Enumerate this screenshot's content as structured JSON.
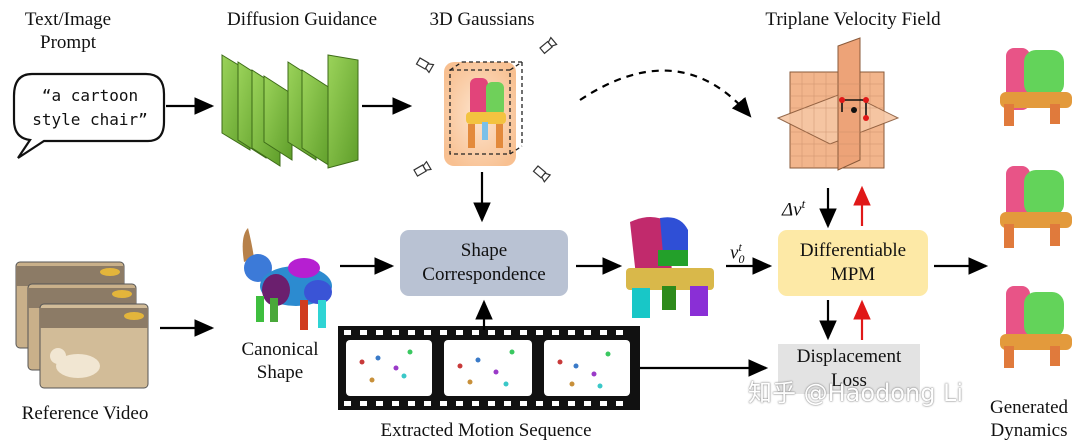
{
  "labels": {
    "text_image_prompt_line1": "Text/Image",
    "text_image_prompt_line2": "Prompt",
    "diffusion_guidance": "Diffusion Guidance",
    "gaussians_3d": "3D Gaussians",
    "triplane_velocity_field": "Triplane Velocity Field",
    "reference_video": "Reference Video",
    "canonical_shape_line1": "Canonical",
    "canonical_shape_line2": "Shape",
    "extracted_motion_sequence": "Extracted Motion Sequence",
    "generated_dynamics_line1": "Generated",
    "generated_dynamics_line2": "Dynamics"
  },
  "prompt_bubble": {
    "line1": "“a cartoon",
    "line2": "style chair”"
  },
  "boxes": {
    "shape_correspondence_line1": "Shape",
    "shape_correspondence_line2": "Correspondence",
    "differentiable_mpm_line1": "Differentiable",
    "differentiable_mpm_line2": "MPM",
    "displacement_loss_line1": "Displacement",
    "displacement_loss_line2": "Loss"
  },
  "math": {
    "delta_v": "Δv",
    "delta_v_sup": "t",
    "v0": "v",
    "v0_sub": "0",
    "v0_sup": "t"
  },
  "watermark": "知乎 @Haodong Li",
  "colors": {
    "shape_box_fill": "#b9c2d3",
    "mpm_box_fill": "#fde9a6",
    "loss_box_fill": "#e3e3e3",
    "diffusion_green": "#7fbf3f",
    "gaussian_glow": "#f7c9a3",
    "triplane_fill": "#f2b58c",
    "feedback_arrow": "#e01818"
  }
}
